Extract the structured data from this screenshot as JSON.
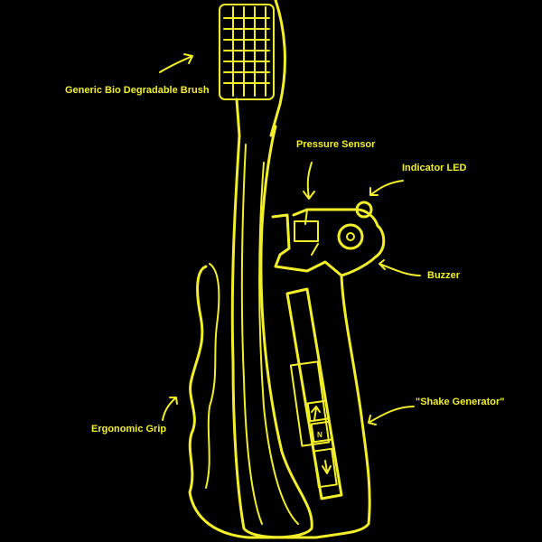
{
  "colors": {
    "background": "#000000",
    "ink": "#f2ef2a"
  },
  "labels": {
    "brush": "Generic Bio Degradable Brush",
    "pressure_sensor": "Pressure Sensor",
    "indicator_led": "Indicator LED",
    "buzzer": "Buzzer",
    "shake_generator": "\"Shake Generator\"",
    "ergonomic_grip": "Ergonomic Grip"
  },
  "icons": {
    "magnet_letter": "N"
  }
}
